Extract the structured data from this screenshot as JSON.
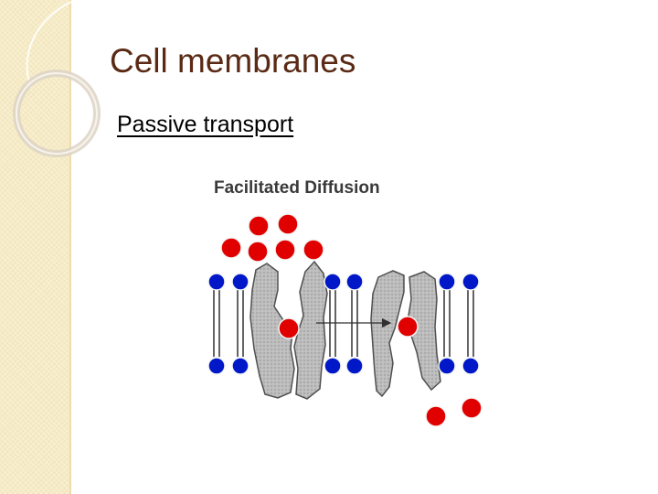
{
  "slide": {
    "title": "Cell membranes",
    "subtitle": "Passive transport"
  },
  "diagram": {
    "heading": "Facilitated Diffusion",
    "colors": {
      "molecule": "#e00000",
      "phospholipid_head": "#0018c8",
      "protein_fill": "#bdbdbd",
      "protein_stroke": "#505050",
      "heading_text": "#3a3a3a"
    }
  },
  "theme": {
    "band_color": "#f6ebc5",
    "title_color": "#5a2a14"
  }
}
